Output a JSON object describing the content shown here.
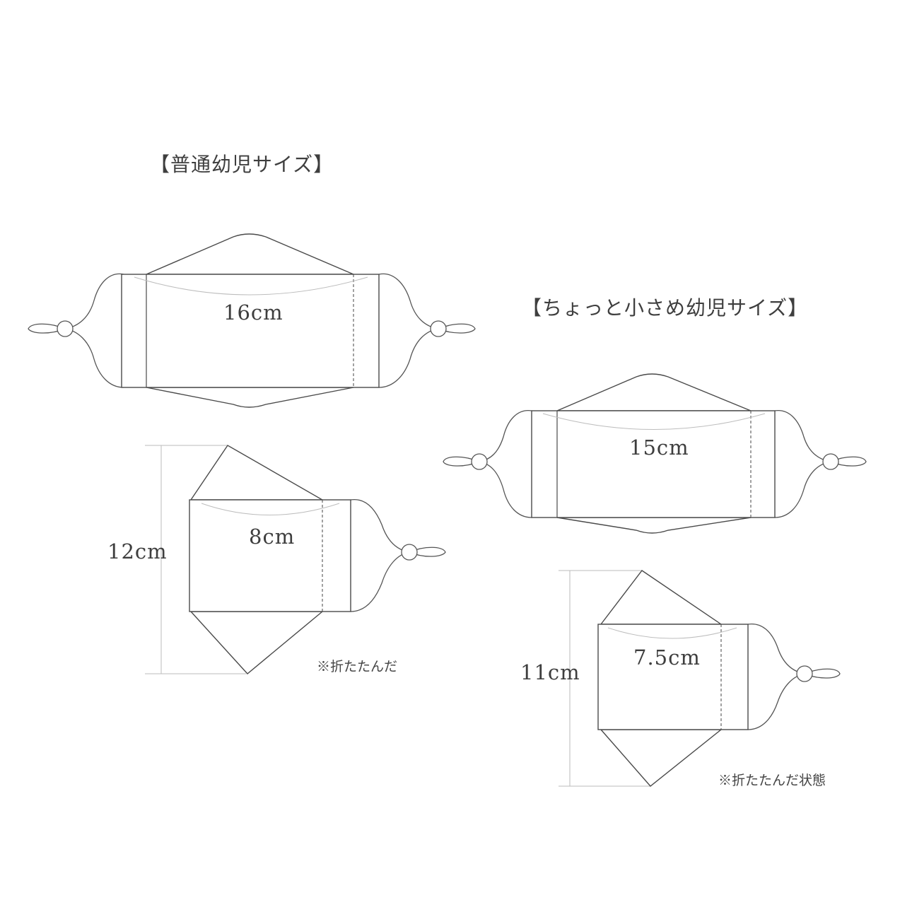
{
  "standard": {
    "title": "【普通幼児サイズ】",
    "width_label": "16cm",
    "folded_height_label": "12cm",
    "folded_width_label": "8cm",
    "note": "※折たたんだ"
  },
  "small": {
    "title": "【ちょっと小さめ幼児サイズ】",
    "width_label": "15cm",
    "folded_height_label": "11cm",
    "folded_width_label": "7.5cm",
    "note": "※折たたんだ状態"
  },
  "colors": {
    "line": "#4a4a4a",
    "text": "#3e3e3e",
    "guide": "#bbbbbb",
    "background": "#ffffff"
  }
}
